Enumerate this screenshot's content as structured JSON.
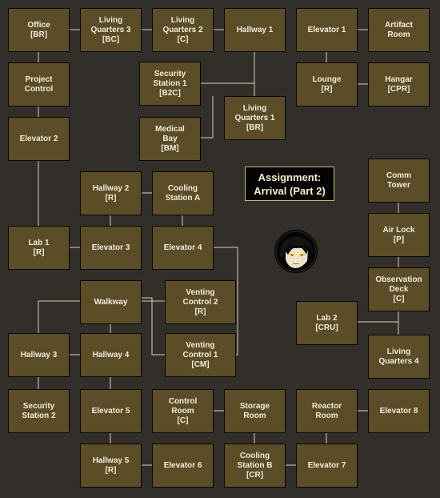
{
  "map": {
    "title": "Assignment:\nArrival (Part 2)",
    "portrait_icon": "character-portrait-icon",
    "colors": {
      "background": "#322f2a",
      "room_fill": "#5b4d28",
      "room_text": "#f2ecd8",
      "connector": "#d9d0b4",
      "title_border": "#c8b870"
    },
    "rooms": {
      "office": "Office\n[BR]",
      "living_quarters_3": "Living\nQuarters 3\n[BC]",
      "living_quarters_2": "Living\nQuarters 2\n[C]",
      "hallway_1": "Hallway 1",
      "elevator_1": "Elevator 1",
      "artifact_room": "Artifact\nRoom",
      "project_control": "Project\nControl",
      "security_station_1": "Security\nStation 1\n[B2C]",
      "lounge": "Lounge\n[R]",
      "hangar": "Hangar\n[CPR]",
      "living_quarters_1": "Living\nQuarters 1\n[BR]",
      "elevator_2": "Elevator 2",
      "medical_bay": "Medical\nBay\n[BM]",
      "comm_tower": "Comm\nTower",
      "hallway_2": "Hallway 2\n[R]",
      "cooling_station_a": "Cooling\nStation A",
      "air_lock": "Air Lock\n[P]",
      "lab_1": "Lab 1\n[R]",
      "elevator_3": "Elevator 3",
      "elevator_4": "Elevator 4",
      "observation_deck": "Observation\nDeck\n[C]",
      "walkway": "Walkway",
      "venting_control_2": "Venting\nControl 2\n[R]",
      "lab_2": "Lab 2\n[CRU]",
      "hallway_3": "Hallway 3",
      "hallway_4": "Hallway 4",
      "venting_control_1": "Venting\nControl 1\n[CM]",
      "living_quarters_4": "Living\nQuarters 4",
      "security_station_2": "Security\nStation 2",
      "elevator_5": "Elevator 5",
      "control_room": "Control\nRoom\n[C]",
      "storage_room": "Storage\nRoom",
      "reactor_room": "Reactor\nRoom",
      "elevator_8": "Elevator 8",
      "hallway_5": "Hallway 5\n[R]",
      "elevator_6": "Elevator 6",
      "cooling_station_b": "Cooling\nStation B\n[CR]",
      "elevator_7": "Elevator 7"
    }
  }
}
